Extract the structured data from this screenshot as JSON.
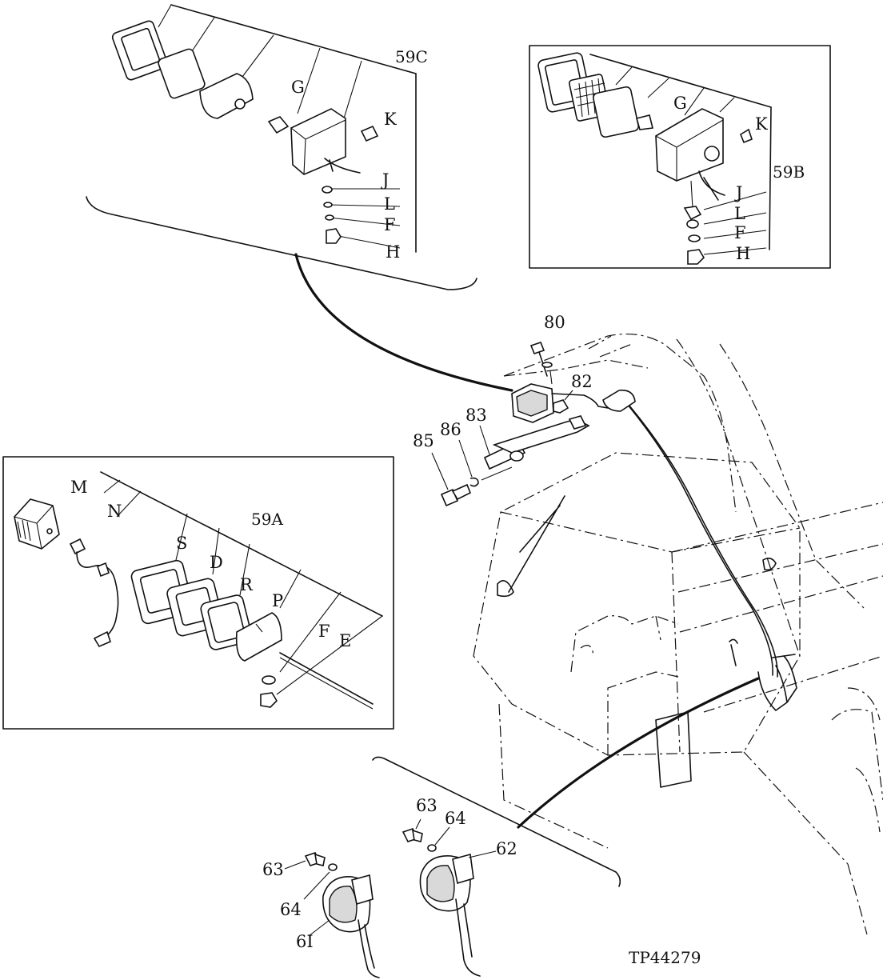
{
  "figure_id": "TP44279",
  "assemblies": {
    "a": "59A",
    "b": "59B",
    "c": "59C"
  },
  "callouts": {
    "c_G": "G",
    "c_K": "K",
    "c_J": "J",
    "c_L": "L",
    "c_F": "F",
    "c_H": "H",
    "b_G": "G",
    "b_K": "K",
    "b_J": "J",
    "b_L": "L",
    "b_F": "F",
    "b_H": "H",
    "a_M": "M",
    "a_N": "N",
    "a_S": "S",
    "a_D": "D",
    "a_R": "R",
    "a_P": "P",
    "a_F": "F",
    "a_E": "E",
    "n80": "80",
    "n82": "82",
    "n83": "83",
    "n85": "85",
    "n86": "86",
    "n61": "6I",
    "n62": "62",
    "n63a": "63",
    "n63b": "63",
    "n64a": "64",
    "n64b": "64"
  }
}
